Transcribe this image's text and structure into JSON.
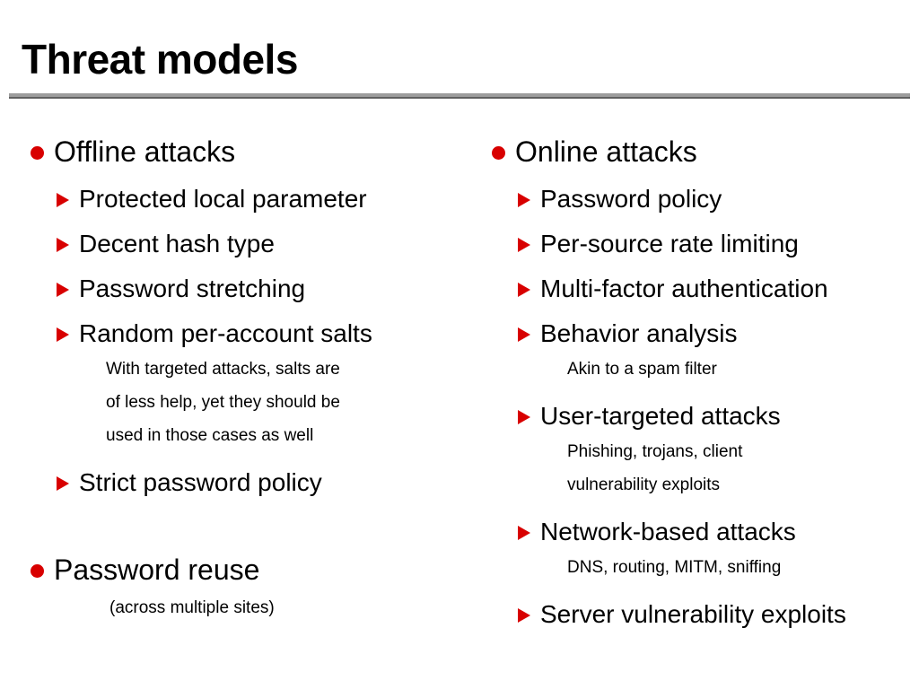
{
  "slide": {
    "title": "Threat models",
    "accent_color": "#d80000",
    "rule_light_color": "#9d9d9d",
    "rule_dark_color": "#606060",
    "background_color": "#ffffff",
    "text_color": "#000000"
  },
  "columns": {
    "left": {
      "sections": [
        {
          "heading": "Offline attacks",
          "items": [
            {
              "text": "Protected local parameter",
              "level": 2
            },
            {
              "text": "Decent hash type",
              "level": 2
            },
            {
              "text": "Password stretching",
              "level": 2
            },
            {
              "text": "Random per-account salts",
              "level": 2
            },
            {
              "text": "With targeted attacks, salts are",
              "level": 3
            },
            {
              "text": "of less help, yet they should be",
              "level": 3
            },
            {
              "text": "used in those cases as well",
              "level": 3
            },
            {
              "text": "Strict password policy",
              "level": 2
            }
          ]
        },
        {
          "heading": "Password reuse",
          "items": [
            {
              "text": "(across multiple sites)",
              "level": 3
            }
          ]
        }
      ]
    },
    "right": {
      "sections": [
        {
          "heading": "Online attacks",
          "items": [
            {
              "text": "Password policy",
              "level": 2
            },
            {
              "text": "Per-source rate limiting",
              "level": 2
            },
            {
              "text": "Multi-factor authentication",
              "level": 2
            },
            {
              "text": "Behavior analysis",
              "level": 2
            },
            {
              "text": "Akin to a spam filter",
              "level": 3
            },
            {
              "text": "User-targeted attacks",
              "level": 2
            },
            {
              "text": "Phishing, trojans, client",
              "level": 3
            },
            {
              "text": "vulnerability exploits",
              "level": 3
            },
            {
              "text": "Network-based attacks",
              "level": 2
            },
            {
              "text": "DNS, routing, MITM, sniffing",
              "level": 3
            },
            {
              "text": "Server vulnerability exploits",
              "level": 2
            }
          ]
        }
      ]
    }
  },
  "icons": {
    "disc_bullet": "disc-bullet-icon",
    "triangle_bullet": "triangle-bullet-icon"
  }
}
